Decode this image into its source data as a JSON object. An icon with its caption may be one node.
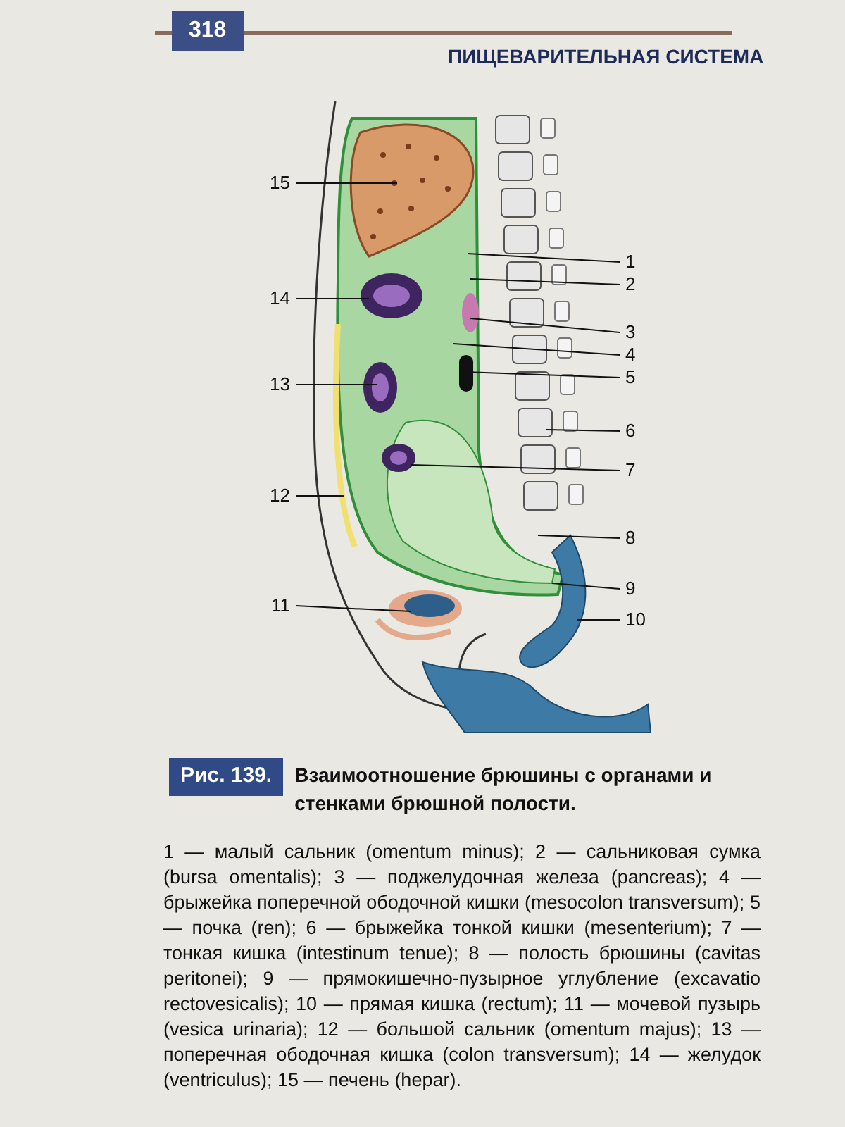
{
  "diagram": {
    "caption": "Взаимоотношение брюшины с органами и стенками брюшной полости.",
    "nodes": [
      {
        "text": [
          "1"
        ]
      },
      {
        "text": [
          "2"
        ]
      },
      {
        "text": [
          "3"
        ]
      },
      {
        "text": [
          "4"
        ]
      },
      {
        "text": [
          "5"
        ]
      },
      {
        "text": [
          "6"
        ]
      },
      {
        "text": [
          "7"
        ]
      },
      {
        "text": [
          "8"
        ]
      },
      {
        "text": [
          "9"
        ]
      },
      {
        "text": [
          "10"
        ]
      },
      {
        "text": [
          "11"
        ]
      },
      {
        "text": [
          "12"
        ]
      },
      {
        "text": [
          "13"
        ]
      },
      {
        "text": [
          "14"
        ]
      },
      {
        "text": [
          "15"
        ]
      }
    ],
    "edges": [
      {
        "from": 0,
        "to": null,
        "arrow": "none"
      },
      {
        "from": 1,
        "to": null,
        "arrow": "none"
      },
      {
        "from": 2,
        "to": null,
        "arrow": "none"
      },
      {
        "from": 3,
        "to": null,
        "arrow": "none"
      },
      {
        "from": 4,
        "to": null,
        "arrow": "none"
      },
      {
        "from": 5,
        "to": null,
        "arrow": "none"
      },
      {
        "from": 6,
        "to": null,
        "arrow": "none"
      },
      {
        "from": 7,
        "to": null,
        "arrow": "none"
      },
      {
        "from": 8,
        "to": null,
        "arrow": "none"
      },
      {
        "from": 9,
        "to": null,
        "arrow": "none"
      },
      {
        "from": 10,
        "to": null,
        "arrow": "none"
      },
      {
        "from": 11,
        "to": null,
        "arrow": "none"
      },
      {
        "from": 12,
        "to": null,
        "arrow": "none"
      },
      {
        "from": 13,
        "to": null,
        "arrow": "none"
      },
      {
        "from": 14,
        "to": null,
        "arrow": "none"
      }
    ],
    "labels": [
      "318",
      "ПИЩЕВАРИТЕЛЬНАЯ СИСТЕМА",
      "Рис. 139.",
      "1 — малый сальник (omentum minus); 2 — сальниковая сумка (bursa omentalis); 3 — поджелудочная железа (pancreas); 4 — брыжейка поперечной ободочной кишки (mesocolon transversum); 5 — почка (ren); 6 — брыжейка тонкой кишки (mesenterium); 7 — тонкая кишка (intestinum tenue); 8 — полость брюшины (cavitas peritonei); 9 — прямокишечно-пузырное углубление (excavatio rectovesicalis); 10 — прямая кишка (rectum); 11 — мочевой пузырь (vesica urinaria); 12 — большой сальник (omentum majus); 13 — поперечная ободочная кишка (colon transversum); 14 — желудок (ventriculus); 15 — печень (hepar)."
    ]
  }
}
